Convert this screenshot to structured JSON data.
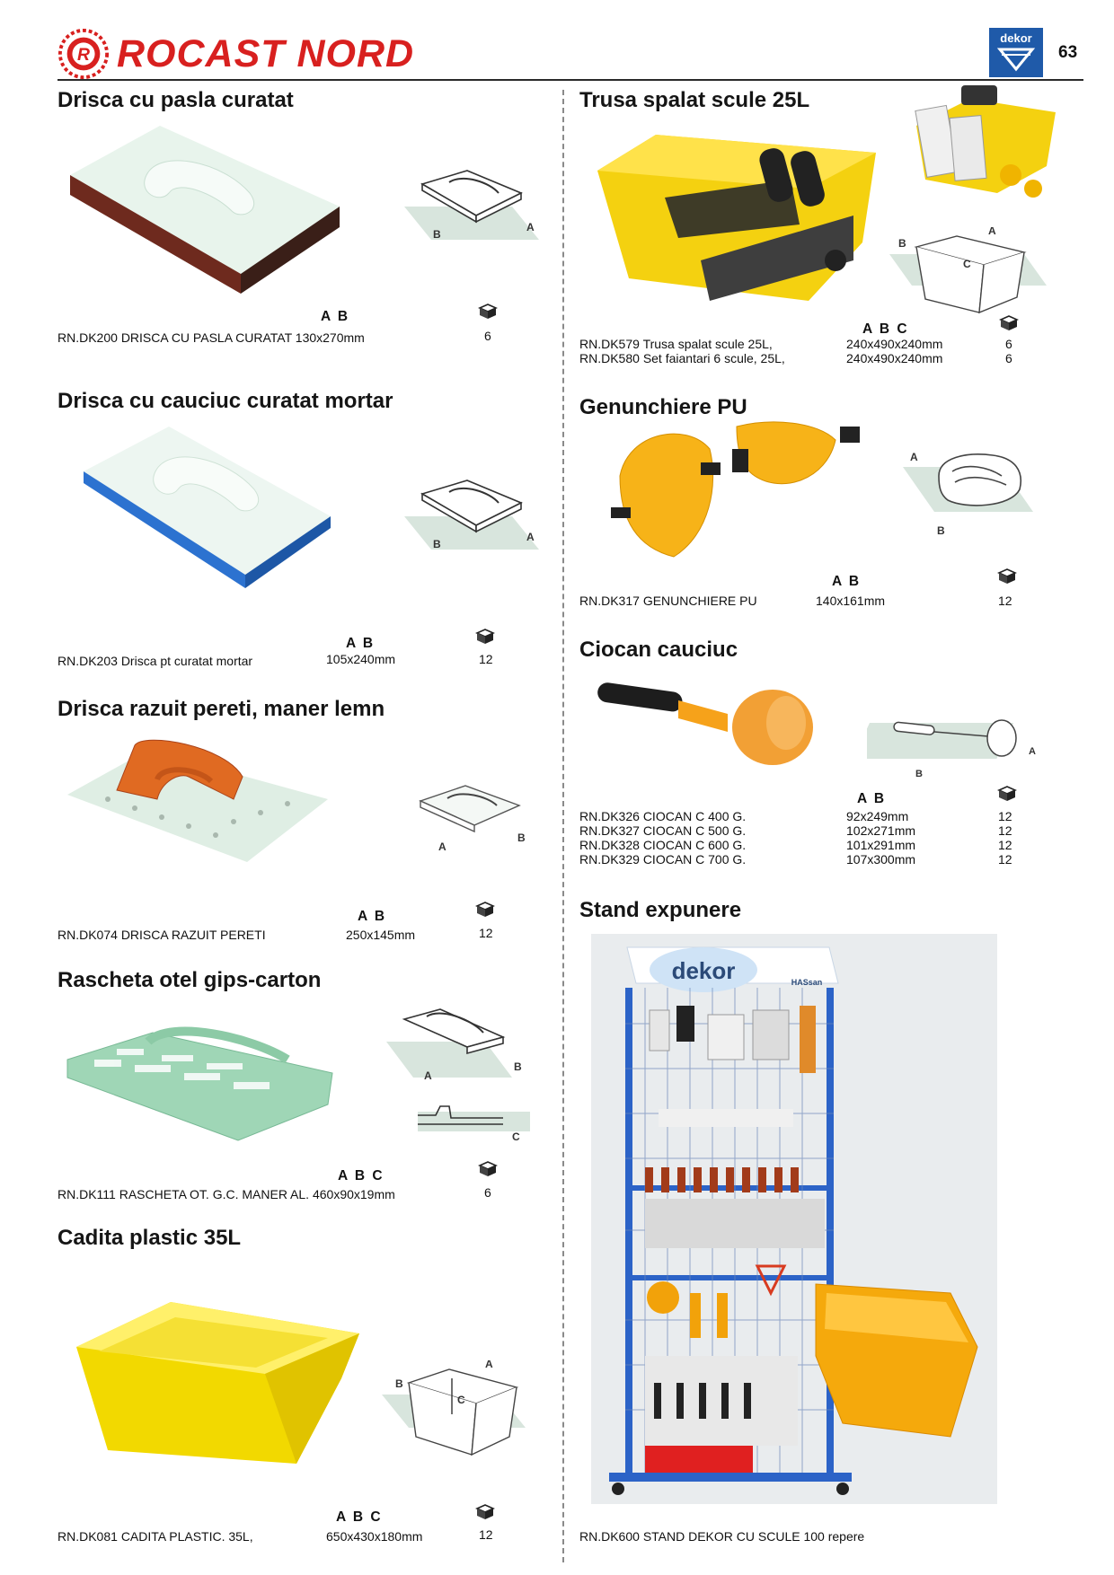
{
  "header": {
    "brand": "ROCAST NORD",
    "badge_text": "dekor",
    "page_number": "63",
    "brand_color": "#d8201f",
    "badge_color": "#1f5aa9"
  },
  "left": [
    {
      "title": "Drisca cu pasla curatat",
      "cols": "A B",
      "rows": [
        {
          "code": "RN.DK200",
          "desc": "DRISCA CU PASLA CURATAT 130x270mm",
          "dims": "",
          "qty": "6"
        }
      ]
    },
    {
      "title": "Drisca cu cauciuc curatat mortar",
      "cols": "A B",
      "rows": [
        {
          "code": "RN.DK203",
          "desc": "Drisca pt curatat mortar",
          "dims": "105x240mm",
          "qty": "12"
        }
      ]
    },
    {
      "title": "Drisca razuit pereti, maner lemn",
      "cols": "A B",
      "rows": [
        {
          "code": "RN.DK074",
          "desc": "DRISCA RAZUIT PERETI",
          "dims": "250x145mm",
          "qty": "12"
        }
      ]
    },
    {
      "title": "Rascheta otel gips-carton",
      "cols": "A B C",
      "rows": [
        {
          "code": "RN.DK111",
          "desc": "RASCHETA OT. G.C. MANER AL.",
          "dims": "460x90x19mm",
          "qty": "6"
        }
      ]
    },
    {
      "title": "Cadita plastic 35L",
      "cols": "A B C",
      "rows": [
        {
          "code": "RN.DK081",
          "desc": "CADITA PLASTIC. 35L,",
          "dims": "650x430x180mm",
          "qty": "12"
        }
      ]
    }
  ],
  "right": [
    {
      "title": "Trusa spalat scule 25L",
      "cols": "A B C",
      "rows": [
        {
          "code": "RN.DK579",
          "desc": "Trusa spalat scule 25L,",
          "dims": "240x490x240mm",
          "qty": "6"
        },
        {
          "code": "RN.DK580",
          "desc": "Set faiantari 6 scule, 25L,",
          "dims": "240x490x240mm",
          "qty": "6"
        }
      ]
    },
    {
      "title": "Genunchiere PU",
      "cols": "A B",
      "rows": [
        {
          "code": "RN.DK317",
          "desc": "GENUNCHIERE  PU",
          "dims": "140x161mm",
          "qty": "12"
        }
      ]
    },
    {
      "title": "Ciocan cauciuc",
      "cols": "A B",
      "rows": [
        {
          "code": "RN.DK326",
          "desc": "CIOCAN C 400 G.",
          "dims": "92x249mm",
          "qty": "12"
        },
        {
          "code": "RN.DK327",
          "desc": "CIOCAN C 500 G.",
          "dims": "102x271mm",
          "qty": "12"
        },
        {
          "code": "RN.DK328",
          "desc": "CIOCAN C 600 G.",
          "dims": "101x291mm",
          "qty": "12"
        },
        {
          "code": "RN.DK329",
          "desc": "CIOCAN C 700 G.",
          "dims": "107x300mm",
          "qty": "12"
        }
      ]
    },
    {
      "title": "Stand expunere",
      "rows": [
        {
          "code": "RN.DK600",
          "desc": "STAND DEKOR CU SCULE 100 repere"
        }
      ],
      "stand_sign": "dekor",
      "stand_sub": "HASsan"
    }
  ],
  "diagram_letters": {
    "a": "A",
    "b": "B",
    "c": "C"
  },
  "icons": {
    "carton": "carton-box-icon",
    "logo": "rocast-emblem-icon",
    "badge": "dekor-diamond-icon"
  }
}
